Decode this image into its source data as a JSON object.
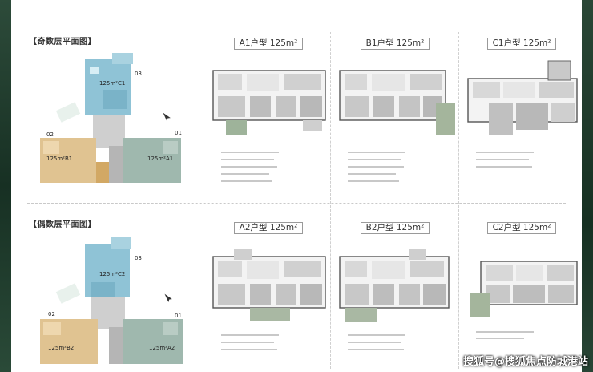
{
  "odd_floor": {
    "title": "【奇数层平面图】",
    "units": {
      "c": "125m²C1",
      "b": "125m²B1",
      "a": "125m²A1"
    },
    "wing_numbers": {
      "top": "03",
      "left": "02",
      "right": "01"
    }
  },
  "even_floor": {
    "title": "【偶数层平面图】",
    "units": {
      "c": "125m²C2",
      "b": "125m²B2",
      "a": "125m²A2"
    },
    "wing_numbers": {
      "top": "03",
      "left": "02",
      "right": "01"
    }
  },
  "unit_plans": [
    {
      "label": "A1户型 125m²"
    },
    {
      "label": "B1户型 125m²"
    },
    {
      "label": "C1户型 125m²"
    },
    {
      "label": "A2户型 125m²"
    },
    {
      "label": "B2户型 125m²"
    },
    {
      "label": "C2户型 125m²"
    }
  ],
  "watermark": "搜狐号@搜狐焦点防城港站",
  "colors": {
    "unit_c": "#8fc3d6",
    "unit_b": "#e0c391",
    "unit_a": "#9fb8ae",
    "core": "#cfcfcf"
  }
}
